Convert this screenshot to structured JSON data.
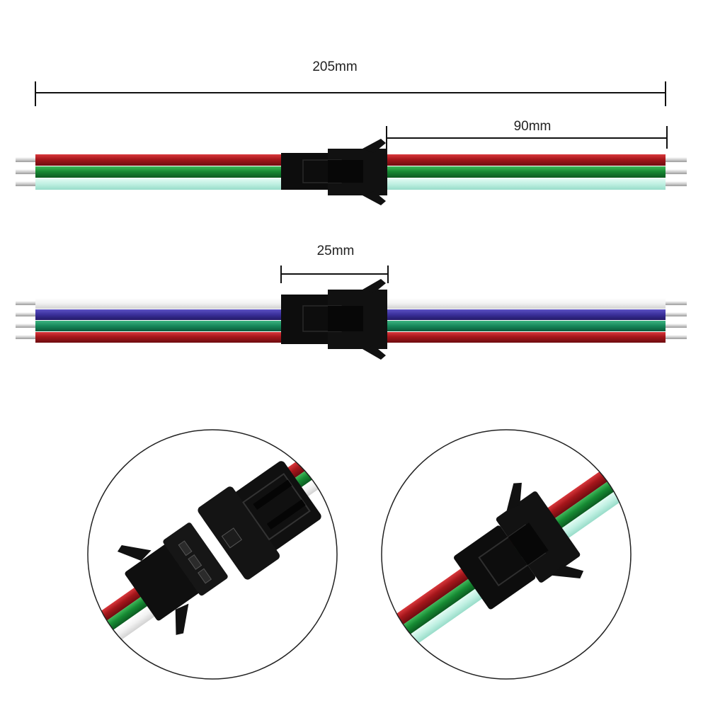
{
  "dimensions": {
    "total_length": "205mm",
    "cable_length": "90mm",
    "connector_length": "25mm"
  },
  "colors": {
    "red": "#a5161b",
    "green": "#168a33",
    "mint": "#bff0e2",
    "white": "#f2f2f2",
    "blue": "#3a2f9a",
    "teal_green": "#16875a",
    "connector": "#0d0d0d",
    "dimension_line": "#111111"
  },
  "cable_3pin": {
    "wire_colors": [
      "red",
      "green",
      "mint"
    ]
  },
  "cable_4pin": {
    "wire_colors": [
      "white",
      "blue",
      "teal_green",
      "red"
    ]
  },
  "icons": [
    "dimension-line-icon",
    "connector-icon",
    "circle-zoom-icon"
  ]
}
